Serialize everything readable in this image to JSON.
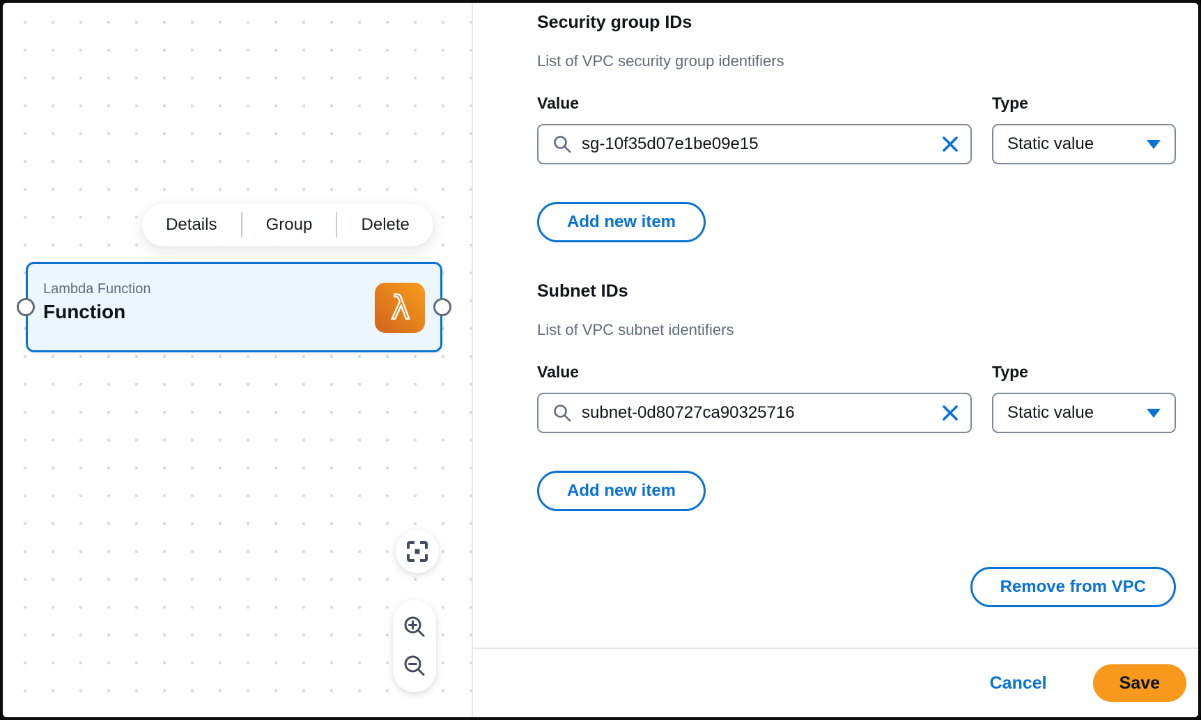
{
  "canvas": {
    "context_menu": {
      "details_label": "Details",
      "group_label": "Group",
      "delete_label": "Delete"
    },
    "node": {
      "type_label": "Lambda Function",
      "name": "Function"
    }
  },
  "panel": {
    "sections": [
      {
        "title": "Security group IDs",
        "description": "List of VPC security group identifiers",
        "value_label": "Value",
        "type_label": "Type",
        "value": "sg-10f35d07e1be09e15",
        "type_value": "Static value",
        "add_label": "Add new item"
      },
      {
        "title": "Subnet IDs",
        "description": "List of VPC subnet identifiers",
        "value_label": "Value",
        "type_label": "Type",
        "value": "subnet-0d80727ca90325716",
        "type_value": "Static value",
        "add_label": "Add new item"
      }
    ],
    "remove_label": "Remove from VPC",
    "cancel_label": "Cancel",
    "save_label": "Save"
  },
  "colors": {
    "accent_blue": "#0972d3",
    "save_orange": "#f8991d",
    "lambda_gradient_start": "#d2631c",
    "lambda_gradient_end": "#f89d1c",
    "node_fill": "#edf6fc",
    "text_primary": "#0f141a",
    "text_secondary": "#5f6b7a"
  }
}
